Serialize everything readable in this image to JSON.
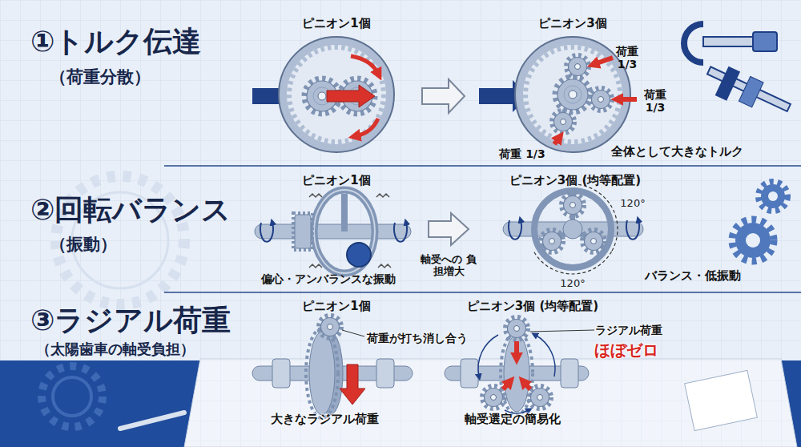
{
  "diagram": {
    "labels": [
      "①トルク伝達",
      "（荷重分散）",
      "ピニオン1個",
      "ピニオン3個",
      "荷重 1/3",
      "荷重 1/3",
      "荷重 1/3",
      "全体として大きなトルク",
      "②回転バランス",
      "（振動）",
      "ピニオン1個",
      "ピニオン3個 (均等配置)",
      "120°",
      "偏心・アンバランスな振動",
      "軸受への 負担増大",
      "120°",
      "バランス・低振動",
      "③ラジアル荷重",
      "（太陽歯車の軸受負担）",
      "ピニオン1個",
      "ピニオン3個 (均等配置)",
      "荷重が打ち消し合う",
      "ラジアル荷重",
      "ほぼゼロ",
      "大きなラジアル荷重",
      "軸受選定の簡易化"
    ]
  }
}
